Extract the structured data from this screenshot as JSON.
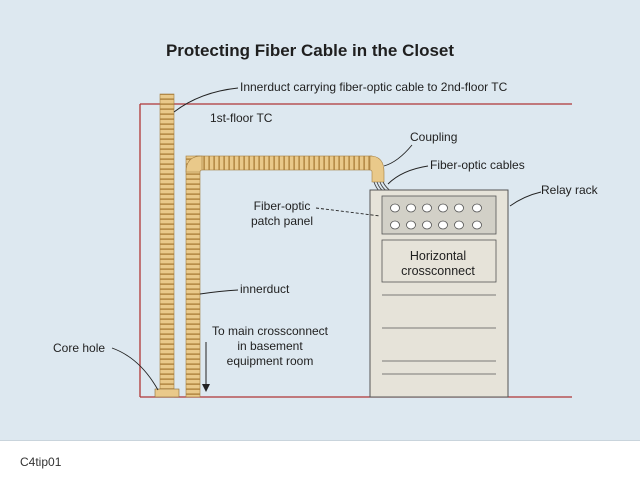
{
  "diagram": {
    "title": "Protecting Fiber Cable in the Closet",
    "labels": {
      "innerduct_top": "Innerduct carrying fiber-optic cable to 2nd-floor TC",
      "first_floor": "1st-floor TC",
      "coupling": "Coupling",
      "fiber_cables": "Fiber-optic cables",
      "relay_rack": "Relay rack",
      "patch_panel_line1": "Fiber-optic",
      "patch_panel_line2": "patch panel",
      "horizontal_line1": "Horizontal",
      "horizontal_line2": "crossconnect",
      "innerduct": "innerduct",
      "main_line1": "To main crossconnect",
      "main_line2": "in basement",
      "main_line3": "equipment room",
      "core_hole": "Core hole"
    },
    "colors": {
      "background": "#dde8f0",
      "floor_line": "#b03636",
      "duct_fill": "#e9c98a",
      "duct_rib": "#b88e4a",
      "rack_fill": "#e6e3d9",
      "panel_fill": "#d2d0c7"
    }
  },
  "footer": {
    "caption": "C4tip01"
  }
}
